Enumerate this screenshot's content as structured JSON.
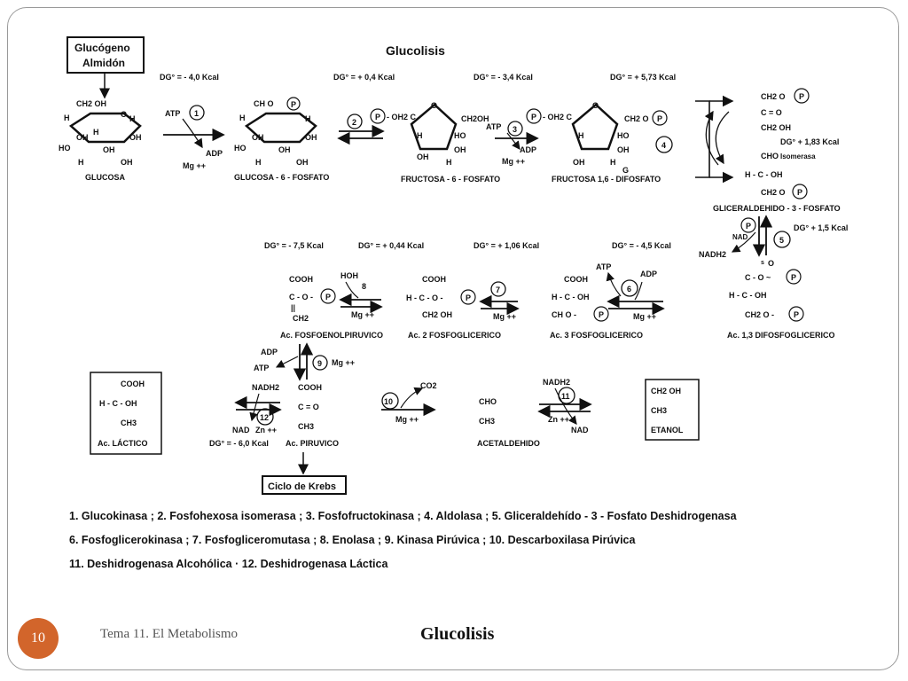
{
  "slide": {
    "number": "10",
    "subject": "Tema 11. El Metabolismo",
    "footer_title": "Glucolisis"
  },
  "diagram": {
    "title": "Glucolisis",
    "source_box": [
      "Glucógeno",
      "Almidón"
    ],
    "krebs_box": "Ciclo de Krebs",
    "molecules": {
      "glucosa": "GLUCOSA",
      "glucosa6p": "GLUCOSA - 6 - FOSFATO",
      "fructosa6p": "FRUCTOSA - 6 - FOSFATO",
      "fructosa16": "FRUCTOSA 1,6 - DIFOSFATO",
      "gliceraldehido": "GLICERALDEHIDO - 3 - FOSFATO",
      "difosfoglicerico": "Ac. 1,3 DIFOSFOGLICERICO",
      "fosfoglicerico3": "Ac. 3 FOSFOGLICERICO",
      "fosfoglicerico2": "Ac. 2 FOSFOGLICERICO",
      "fosfoenolpiruvico": "Ac. FOSFOENOLPIRUVICO",
      "piruvico": "Ac. PIRUVICO",
      "lactico": "Ac. LÁCTICO",
      "acetaldehido": "ACETALDEHIDO",
      "etanol": "ETANOL"
    },
    "energies": {
      "e1": "DG° = - 4,0 Kcal",
      "e2": "DG° = + 0,4 Kcal",
      "e3": "DG° = - 3,4 Kcal",
      "e4": "DG° = + 5,73 Kcal",
      "e_iso": "DG° + 1,83 Kcal",
      "e5": "DG° + 1,5 Kcal",
      "e6": "DG° = - 4,5 Kcal",
      "e7": "DG° = + 1,06 Kcal",
      "e8": "DG° = + 0,44 Kcal",
      "e9": "DG° = - 7,5 Kcal",
      "e12": "DG° = - 6,0 Kcal"
    },
    "isomerasa": "Isomerasa",
    "g_label": "G",
    "cofactors": {
      "atp": "ATP",
      "adp": "ADP",
      "mg": "Mg ++",
      "nad": "NAD",
      "nadh2": "NADH2",
      "zn": "Zn ++",
      "hoh": "HOH",
      "co2": "CO2"
    },
    "groups": {
      "ch2oh": "CH2 OH",
      "ch2o": "CH2 O",
      "cho": "CHO",
      "co": "C = O",
      "hcoh": "H - C - OH",
      "cooh": "COOH",
      "ch3": "CH3",
      "ch2": "CH2",
      "cop": "C - O -",
      "hco": "H - C - O -",
      "ch2o_dash": "CH2 O -",
      "ch_o": "CH   O -",
      "ch2_oh": "CH2 OH",
      "oh": "OH",
      "h": "H",
      "ho": "HO",
      "o": "O",
      "p": "P",
      "poch2c": "- OH2 C",
      "ch2oh_r": "CH2OH",
      "ch2o_r": "CH2 O",
      "ch_top": "CH   O",
      "c_eq_o_tilde": "C - O ~",
      "pipe": "|",
      "dbl": "||",
      "s": "s",
      "o_top": "O"
    },
    "steps": [
      "1",
      "2",
      "3",
      "4",
      "5",
      "6",
      "7",
      "8",
      "9",
      "10",
      "11",
      "12"
    ]
  },
  "legend": [
    "1. Glucokinasa ;  2. Fosfohexosa isomerasa ;  3. Fosfofructokinasa ;  4. Aldolasa ;  5. Gliceraldehído - 3 - Fosfato Deshidrogenasa",
    "6. Fosfoglicerokinasa ;  7. Fosfogliceromutasa ;  8. Enolasa ;  9. Kinasa Pirúvica ;  10. Descarboxilasa Pirúvica",
    "11. Deshidrogenasa Alcohólica ·  12. Deshidrogenasa Láctica"
  ]
}
